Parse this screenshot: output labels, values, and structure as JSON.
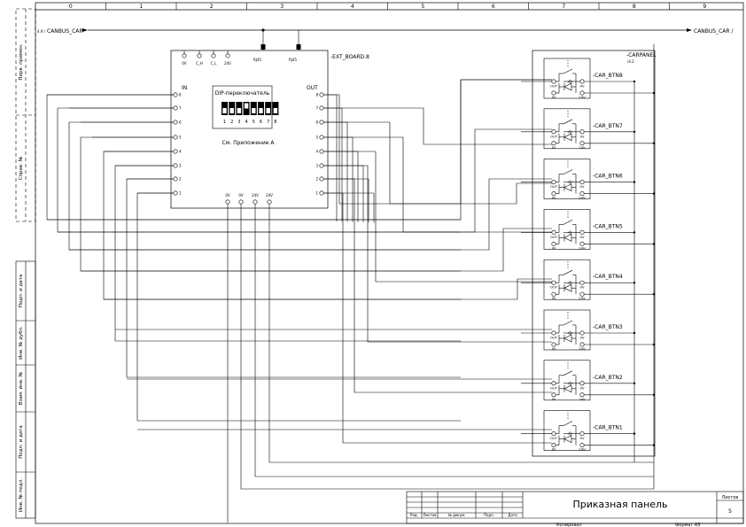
{
  "columns": [
    "0",
    "1",
    "2",
    "3",
    "4",
    "5",
    "6",
    "7",
    "8",
    "9"
  ],
  "side_labels": [
    "Перв. примен.",
    "Справ. №",
    "Подп. и дата",
    "Инв. № дубл.",
    "Взам. инв. №",
    "Подп. и дата",
    "Инв. № подл."
  ],
  "bus": {
    "ref_left": "4.9 /",
    "name_left": "CANBUS_CAR",
    "name_right": "CANBUS_CAR /"
  },
  "ext_board": {
    "name": "-EXT_BOARD.8",
    "top_pins": [
      "0V",
      "C_H",
      "C_L",
      "24V"
    ],
    "rj45": [
      "RJ45",
      "RJ45"
    ],
    "in_label": "IN",
    "out_label": "OUT",
    "dip_title": "DIP-переключатель",
    "dip_numbers": [
      "1",
      "2",
      "3",
      "4",
      "5",
      "6",
      "7",
      "8"
    ],
    "appendix": "См. Приложение А",
    "pin_numbers": [
      "8",
      "7",
      "6",
      "5",
      "4",
      "3",
      "2",
      "1"
    ],
    "bottom_pins": [
      "0V",
      "0V",
      "24V",
      "24V"
    ]
  },
  "carpanel": {
    "name": "-CARPANEL",
    "ref": "/4.2"
  },
  "buttons": [
    {
      "name": "-CAR_BTN8"
    },
    {
      "name": "-CAR_BTN7"
    },
    {
      "name": "-CAR_BTN6"
    },
    {
      "name": "-CAR_BTN5"
    },
    {
      "name": "-CAR_BTN4"
    },
    {
      "name": "-CAR_BTN3"
    },
    {
      "name": "-CAR_BTN2"
    },
    {
      "name": "-CAR_BTN1"
    }
  ],
  "button_terms": {
    "out": "OUT",
    "in": "IN",
    "v0": "0V",
    "v24": "24V"
  },
  "title_block": {
    "title": "Приказная панель",
    "sheets_label": "Листов",
    "sheets_value": "5",
    "headers": [
      "Ред.",
      "Листов",
      "№ докум.",
      "Подп.",
      "Дата"
    ],
    "copied": "Копировал",
    "format": "Формат A3"
  }
}
